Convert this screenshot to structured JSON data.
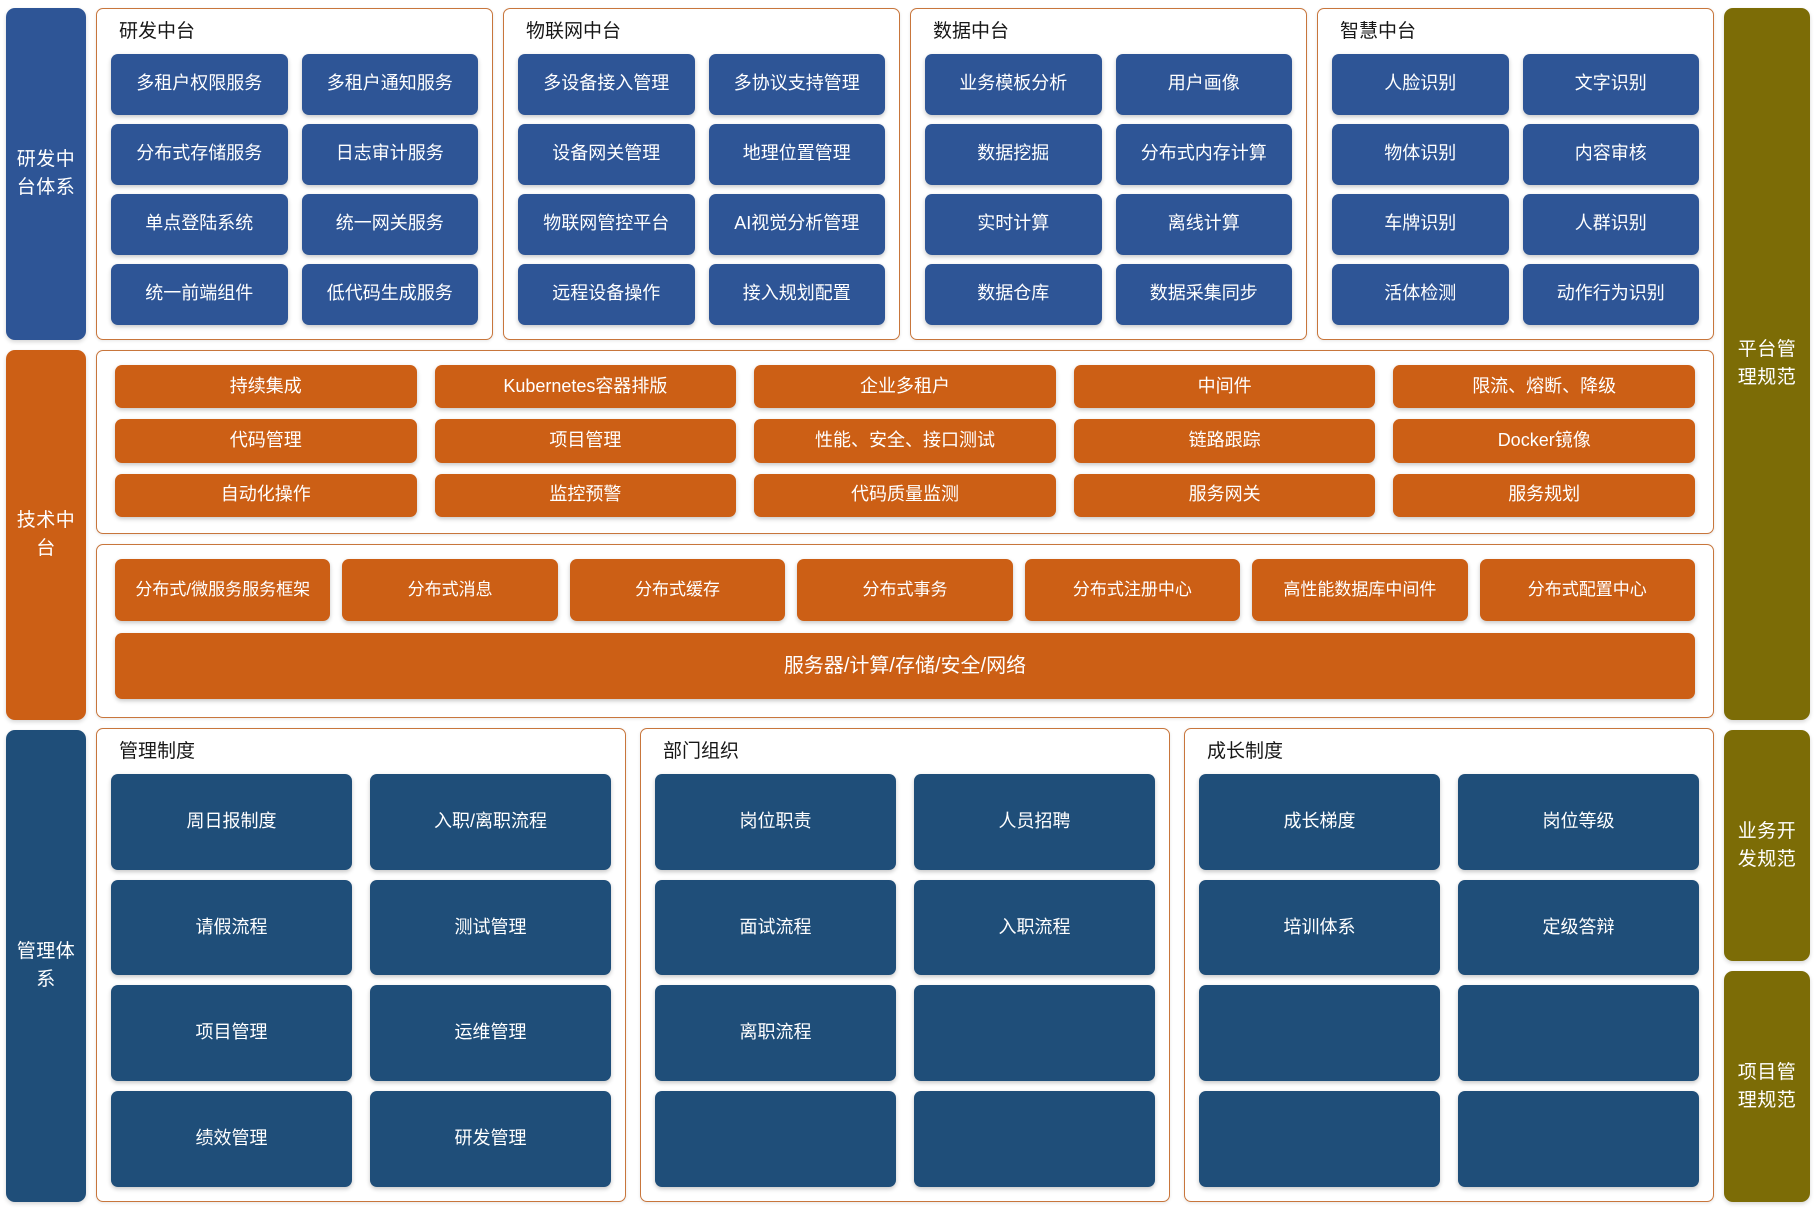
{
  "left_rail": [
    {
      "label": "研发中台体系",
      "color": "#2e5596"
    },
    {
      "label": "技术中台",
      "color": "#cc5f15"
    },
    {
      "label": "管理体系",
      "color": "#1f4e79"
    }
  ],
  "right_rail": [
    {
      "label": "平台管理规范",
      "color": "#7c6c06"
    },
    {
      "label": "业务开发规范",
      "color": "#7c6c06"
    },
    {
      "label": "项目管理规范",
      "color": "#7c6c06"
    }
  ],
  "top_panels": [
    {
      "title": "研发中台",
      "tiles": [
        "多租户权限服务",
        "多租户通知服务",
        "分布式存储服务",
        "日志审计服务",
        "单点登陆系统",
        "统一网关服务",
        "统一前端组件",
        "低代码生成服务"
      ]
    },
    {
      "title": "物联网中台",
      "tiles": [
        "多设备接入管理",
        "多协议支持管理",
        "设备网关管理",
        "地理位置管理",
        "物联网管控平台",
        "AI视觉分析管理",
        "远程设备操作",
        "接入规划配置"
      ]
    },
    {
      "title": "数据中台",
      "tiles": [
        "业务模板分析",
        "用户画像",
        "数据挖掘",
        "分布式内存计算",
        "实时计算",
        "离线计算",
        "数据仓库",
        "数据采集同步"
      ]
    },
    {
      "title": "智慧中台",
      "tiles": [
        "人脸识别",
        "文字识别",
        "物体识别",
        "内容审核",
        "车牌识别",
        "人群识别",
        "活体检测",
        "动作行为识别"
      ]
    }
  ],
  "tech_devops": [
    "持续集成",
    "Kubernetes容器排版",
    "企业多租户",
    "中间件",
    "限流、熔断、降级",
    "代码管理",
    "项目管理",
    "性能、安全、接口测试",
    "链路跟踪",
    "Docker镜像",
    "自动化操作",
    "监控预警",
    "代码质量监测",
    "服务网关",
    "服务规划"
  ],
  "tech_distributed": [
    "分布式/微服务服务框架",
    "分布式消息",
    "分布式缓存",
    "分布式事务",
    "分布式注册中心",
    "高性能数据库中间件",
    "分布式配置中心"
  ],
  "server_bar": "服务器/计算/存储/安全/网络",
  "bottom_panels": [
    {
      "title": "管理制度",
      "tiles": [
        "周日报制度",
        "入职/离职流程",
        "请假流程",
        "测试管理",
        "项目管理",
        "运维管理",
        "绩效管理",
        "研发管理"
      ]
    },
    {
      "title": "部门组织",
      "tiles": [
        "岗位职责",
        "人员招聘",
        "面试流程",
        "入职流程",
        "离职流程",
        "",
        "",
        ""
      ]
    },
    {
      "title": "成长制度",
      "tiles": [
        "成长梯度",
        "岗位等级",
        "培训体系",
        "定级答辩",
        "",
        "",
        "",
        ""
      ]
    }
  ],
  "colors": {
    "blue": "#2e5596",
    "orange": "#cc5f15",
    "navy": "#1f4e79",
    "olive": "#7c6c06",
    "panel_border": "#c8763c"
  }
}
